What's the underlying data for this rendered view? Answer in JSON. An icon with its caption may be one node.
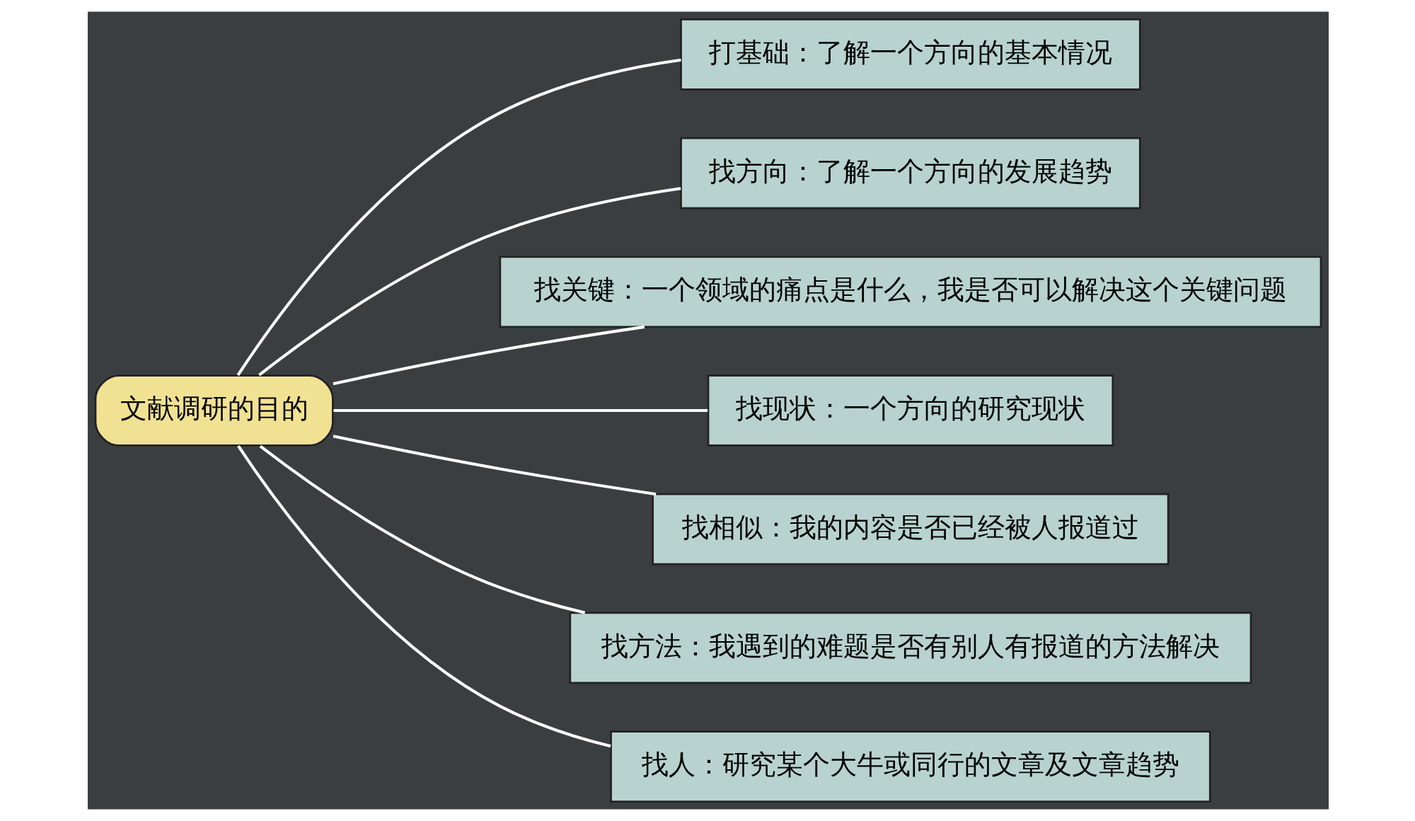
{
  "diagram": {
    "nodes": [
      {
        "text": [
          "文献调研的目的"
        ]
      },
      {
        "text": [
          "打基础：了解一个方向的基本情况"
        ]
      },
      {
        "text": [
          "找方向：了解一个方向的发展趋势"
        ]
      },
      {
        "text": [
          "找关键：一个领域的痛点是什么，我是否可以解决这个关键问题"
        ]
      },
      {
        "text": [
          "找现状：一个方向的研究现状"
        ]
      },
      {
        "text": [
          "找相似：我的内容是否已经被人报道过"
        ]
      },
      {
        "text": [
          "找方法：我遇到的难题是否有别人有报道的方法解决"
        ]
      },
      {
        "text": [
          "找人：研究某个大牛或同行的文章及文章趋势"
        ]
      }
    ],
    "edges": [
      {
        "from": 0,
        "to": 1,
        "arrow": "none"
      },
      {
        "from": 0,
        "to": 2,
        "arrow": "none"
      },
      {
        "from": 0,
        "to": 3,
        "arrow": "none"
      },
      {
        "from": 0,
        "to": 4,
        "arrow": "none"
      },
      {
        "from": 0,
        "to": 5,
        "arrow": "none"
      },
      {
        "from": 0,
        "to": 6,
        "arrow": "none"
      },
      {
        "from": 0,
        "to": 7,
        "arrow": "none"
      }
    ]
  }
}
